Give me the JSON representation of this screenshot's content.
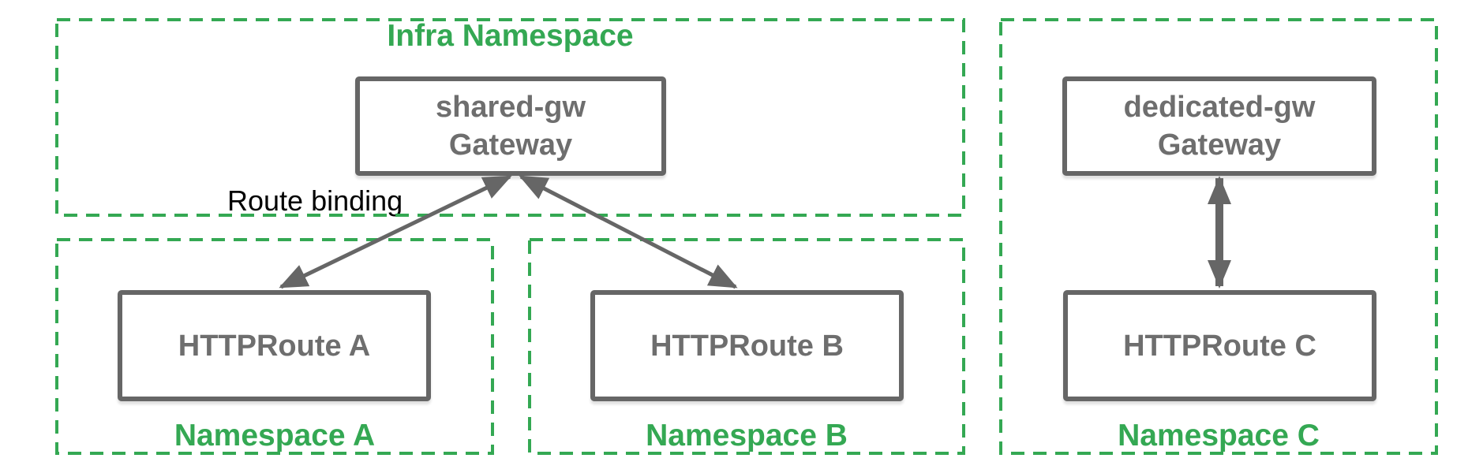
{
  "diagram": {
    "background": "#ffffff",
    "colors": {
      "green": "#34a853",
      "grey": "#666666",
      "grey_text": "#6e6e6e",
      "black": "#000000"
    },
    "namespaces": {
      "infra": {
        "label": "Infra Namespace"
      },
      "a": {
        "label": "Namespace A"
      },
      "b": {
        "label": "Namespace B"
      },
      "c": {
        "label": "Namespace C"
      }
    },
    "nodes": {
      "shared_gw": {
        "name": "shared-gw",
        "kind": "Gateway"
      },
      "httproute_a": {
        "label": "HTTPRoute A"
      },
      "httproute_b": {
        "label": "HTTPRoute B"
      },
      "dedicated_gw": {
        "name": "dedicated-gw",
        "kind": "Gateway"
      },
      "httproute_c": {
        "label": "HTTPRoute C"
      }
    },
    "annotations": {
      "route_binding": "Route binding"
    },
    "edges": [
      {
        "from": "HTTPRoute A",
        "to": "shared-gw Gateway",
        "style": "double-arrow",
        "label": "Route binding"
      },
      {
        "from": "HTTPRoute B",
        "to": "shared-gw Gateway",
        "style": "double-arrow",
        "label": ""
      },
      {
        "from": "HTTPRoute C",
        "to": "dedicated-gw Gateway",
        "style": "double-arrow",
        "label": ""
      }
    ]
  }
}
